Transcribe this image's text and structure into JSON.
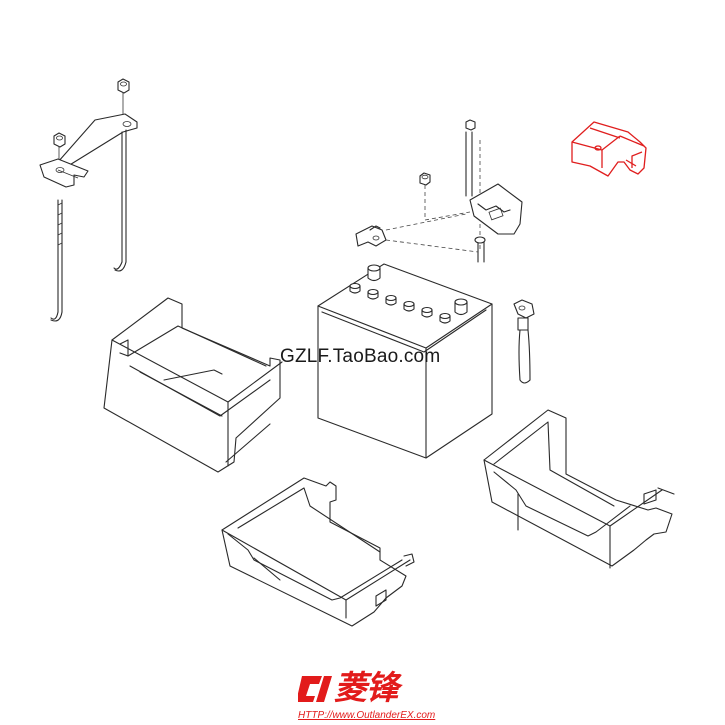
{
  "watermark": {
    "text": "GZLF.TaoBao.com"
  },
  "logo": {
    "brand_text": "菱锋",
    "url_text": "HTTP://www.OutlanderEX.com",
    "color": "#e21b1b"
  },
  "highlight": {
    "color": "#e01e1e",
    "part": "battery-terminal-cover"
  },
  "icons": [
    "car-logo-icon"
  ]
}
